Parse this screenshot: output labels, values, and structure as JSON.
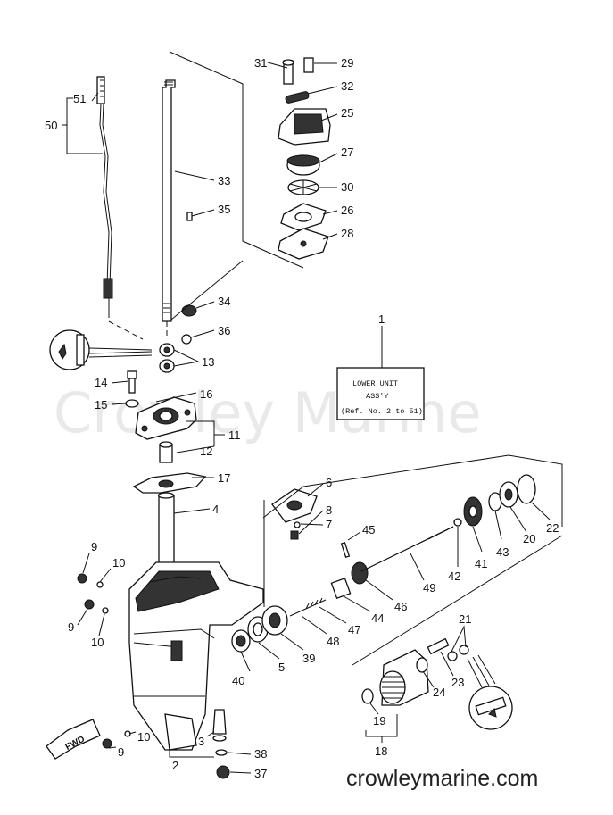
{
  "watermark": "Crowley Marine",
  "website": "crowleymarine.com",
  "assembly_box": {
    "line1": "LOWER UNIT",
    "line2": "ASS'Y",
    "line3": "(Ref. No. 2 to 51)"
  },
  "fwd_label": "FWD",
  "callouts": {
    "n1": "1",
    "n2": "2",
    "n3": "3",
    "n4": "4",
    "n5": "5",
    "n6": "6",
    "n7": "7",
    "n8": "8",
    "n9a": "9",
    "n9b": "9",
    "n9c": "9",
    "n10a": "10",
    "n10b": "10",
    "n10c": "10",
    "n11": "11",
    "n12": "12",
    "n13": "13",
    "n14": "14",
    "n15": "15",
    "n16": "16",
    "n17": "17",
    "n18": "18",
    "n19": "19",
    "n20": "20",
    "n21": "21",
    "n22": "22",
    "n23": "23",
    "n24": "24",
    "n25": "25",
    "n26": "26",
    "n27": "27",
    "n28": "28",
    "n29": "29",
    "n30": "30",
    "n31": "31",
    "n32": "32",
    "n33": "33",
    "n34": "34",
    "n35": "35",
    "n36": "36",
    "n37": "37",
    "n38": "38",
    "n39": "39",
    "n40": "40",
    "n41": "41",
    "n42": "42",
    "n43": "43",
    "n44": "44",
    "n45": "45",
    "n46": "46",
    "n47": "47",
    "n48": "48",
    "n49": "49",
    "n50": "50",
    "n51": "51"
  }
}
